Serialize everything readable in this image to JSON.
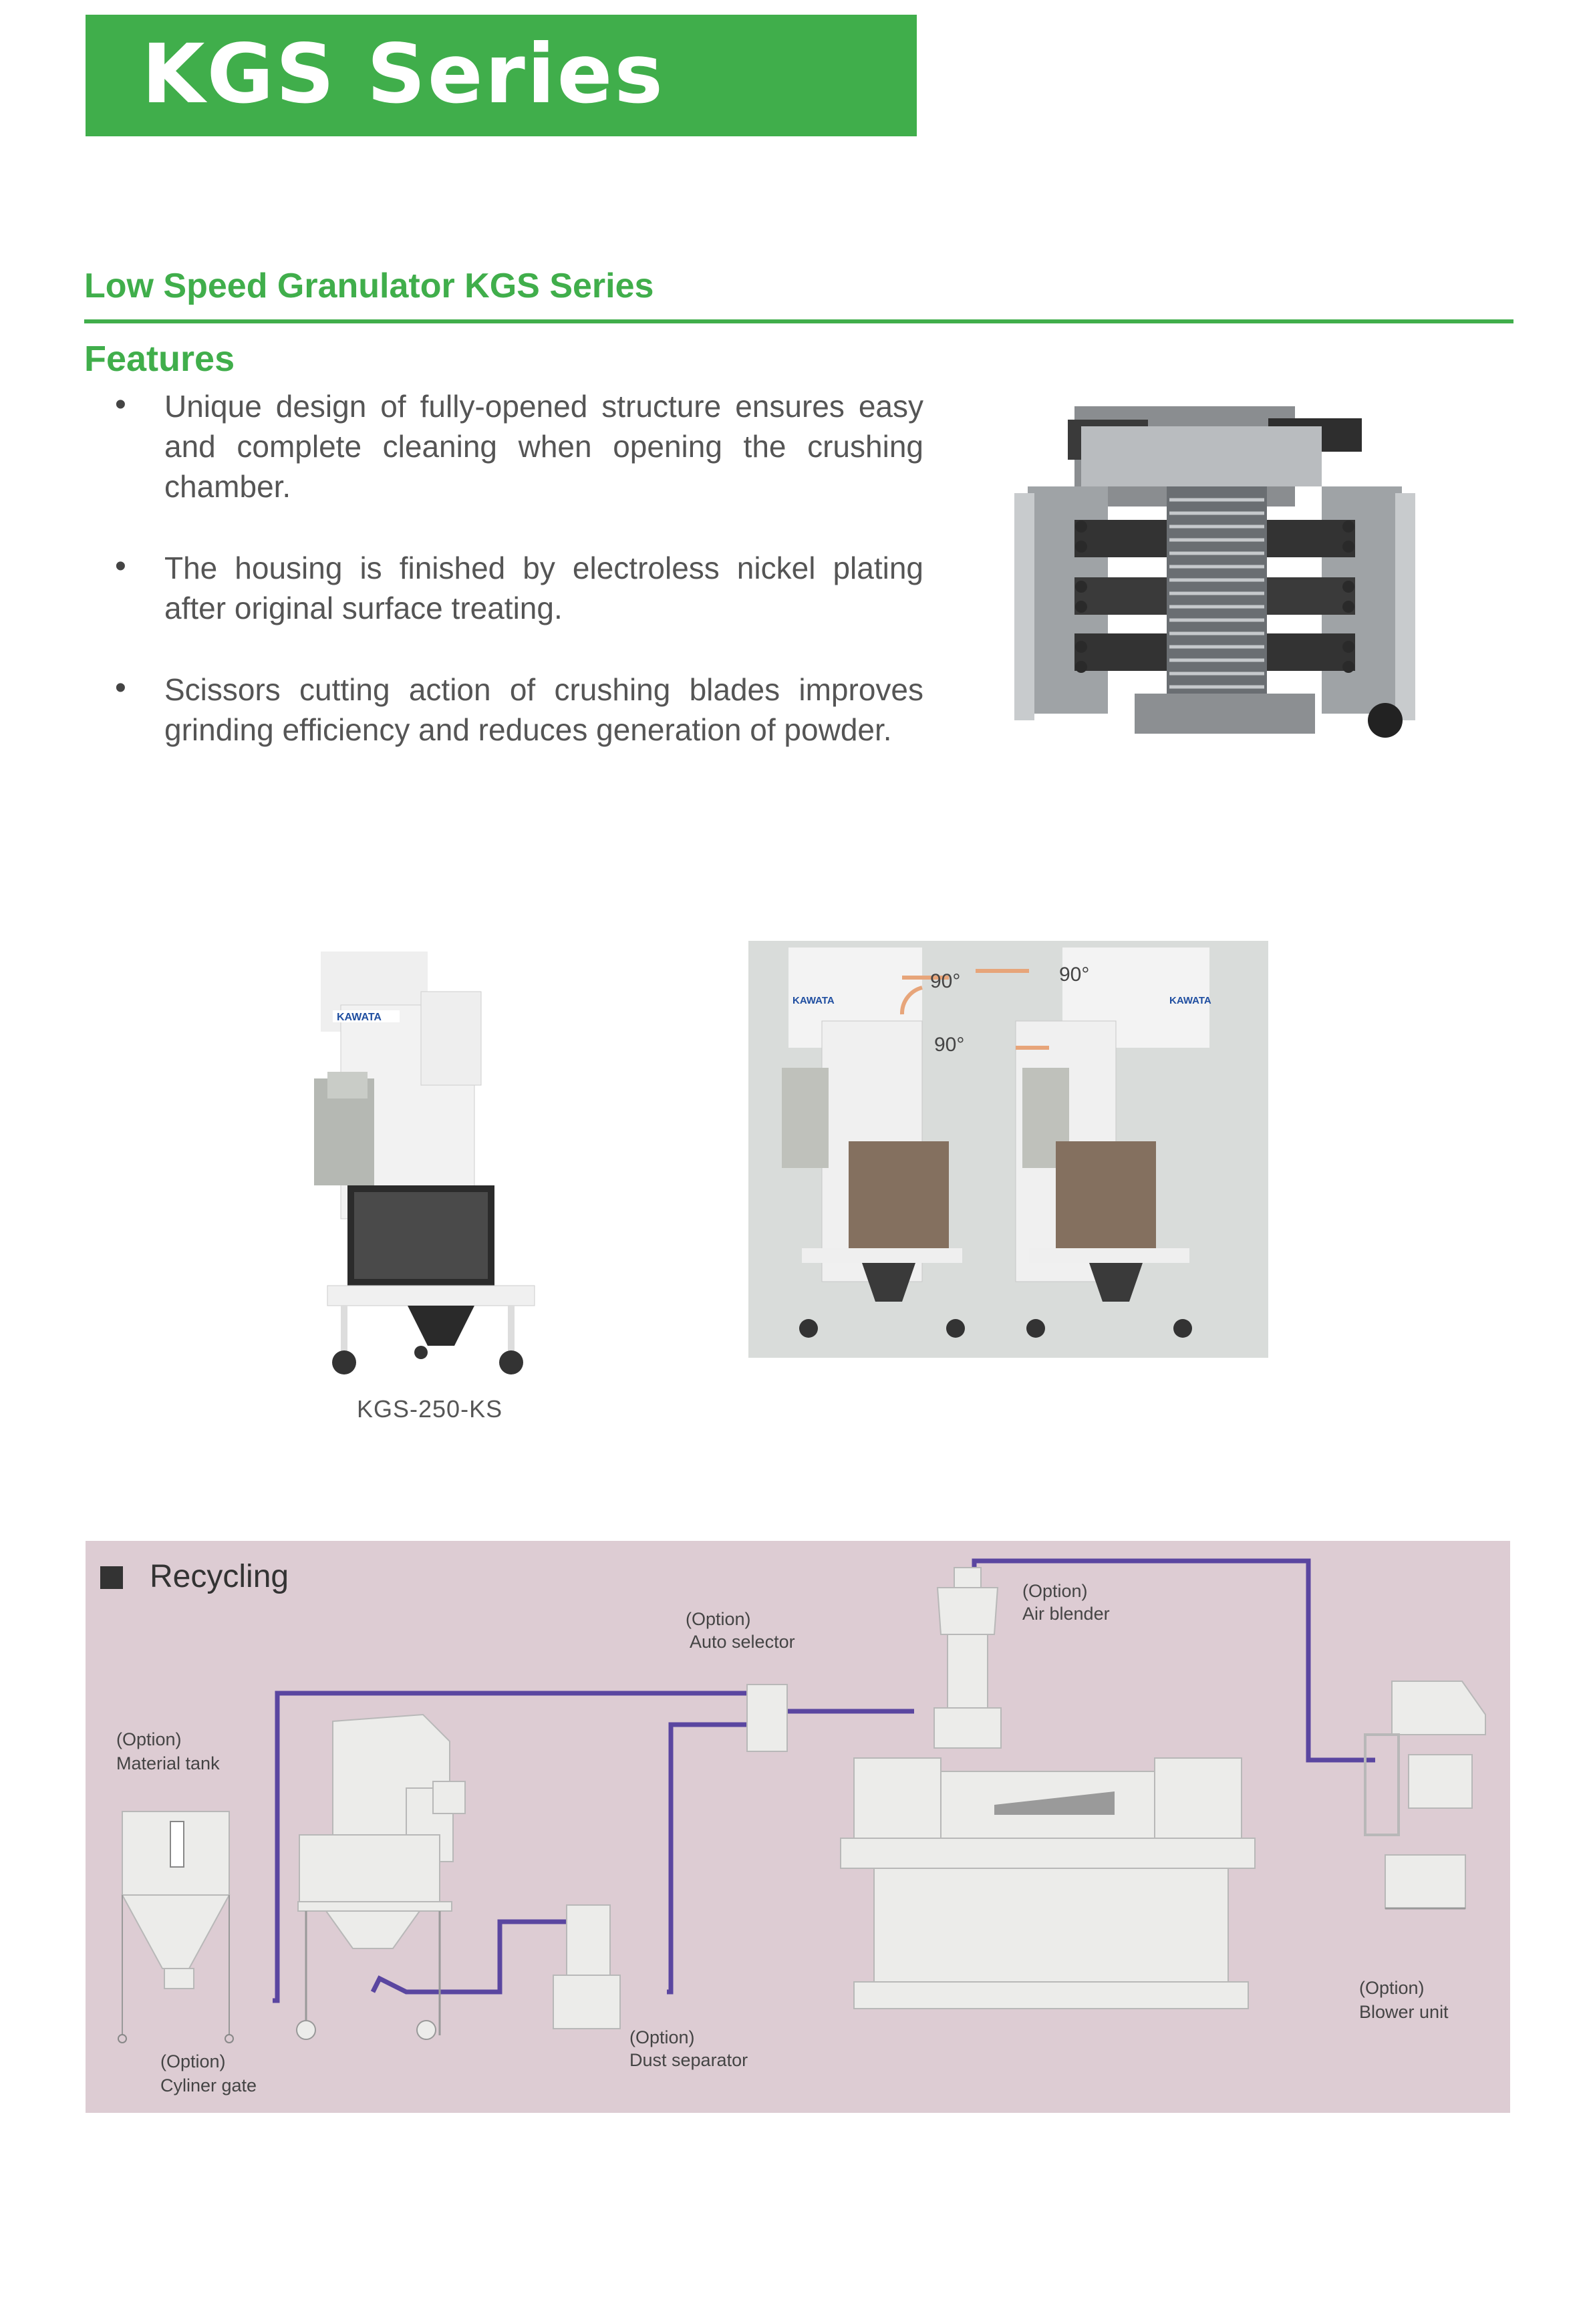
{
  "header": {
    "title": "KGS Series"
  },
  "section": {
    "subtitle": "Low Speed Granulator KGS Series",
    "features_title": "Features"
  },
  "features": [
    {
      "bullet": "•",
      "text": "Unique design of fully-opened structure ensures easy and complete cleaning when opening the crushing chamber."
    },
    {
      "bullet": "•",
      "text": "The housing is finished by electroless nickel plating after original surface treating."
    },
    {
      "bullet": "•",
      "text": "Scissors cutting action of crushing blades improves grinding efficiency and reduces generation of powder."
    }
  ],
  "machine_photo": {
    "brand": "KAWATA",
    "caption": "KGS-250-KS"
  },
  "rotation_photo": {
    "brand_left": "KAWATA",
    "brand_right": "KAWATA",
    "angle_1": "90°",
    "angle_2": "90°",
    "angle_3": "90°"
  },
  "recycling": {
    "title": "Recycling",
    "labels": {
      "air_blender_opt": "(Option)",
      "air_blender": "Air blender",
      "auto_selector_opt": "(Option)",
      "auto_selector": "Auto selector",
      "material_tank_opt": "(Option)",
      "material_tank": "Material tank",
      "blower_unit_opt": "(Option)",
      "blower_unit": "Blower unit",
      "dust_separator_opt": "(Option)",
      "dust_separator": "Dust separator",
      "cylinder_gate_opt": "(Option)",
      "cylinder_gate": "Cyliner gate"
    },
    "colors": {
      "background": "#ddccd3",
      "pipe": "#5a46a0",
      "equipment": "#ececea"
    }
  }
}
